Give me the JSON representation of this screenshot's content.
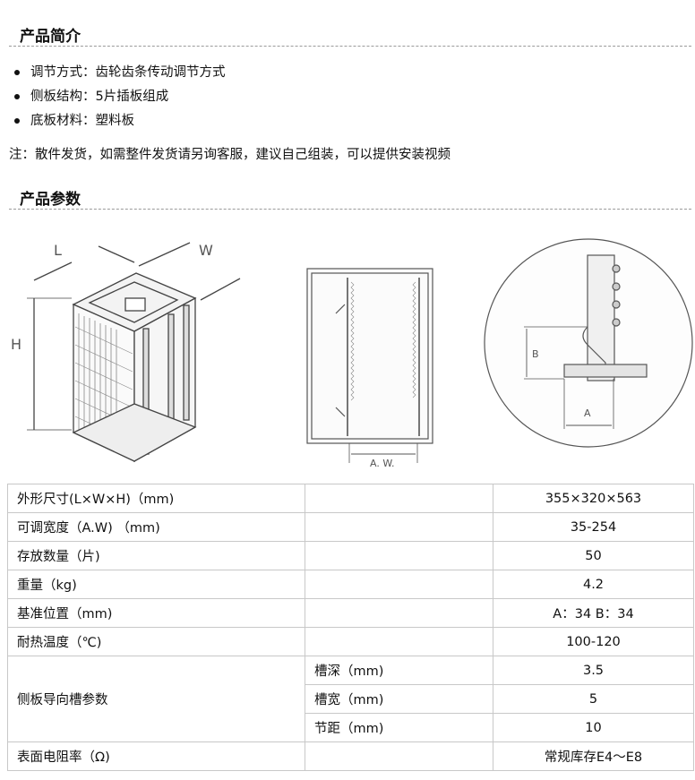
{
  "intro": {
    "title": "产品简介",
    "bullets": [
      "调节方式：齿轮齿条传动调节方式",
      "侧板结构：5片插板组成",
      "底板材料：塑料板"
    ],
    "note": "注：散件发货，如需整件发货请另询客服，建议自己组装，可以提供安装视频"
  },
  "params": {
    "title": "产品参数",
    "figure_labels": {
      "L": "L",
      "W": "W",
      "H": "H",
      "AW": "A. W.",
      "A": "A",
      "B": "B"
    },
    "rows": {
      "size": {
        "label": "外形尺寸(L×W×H)（mm)",
        "value": "355×320×563"
      },
      "width": {
        "label": "可调宽度（A.W) （mm)",
        "value": "35-254"
      },
      "qty": {
        "label": "存放数量（片)",
        "value": "50"
      },
      "weight": {
        "label": "重量（kg)",
        "value": "4.2"
      },
      "ref": {
        "label": "基准位置（mm)",
        "value": "A：34 B：34"
      },
      "temp": {
        "label": "耐热温度（℃)",
        "value": "100-120"
      },
      "slot": {
        "label": "侧板导向槽参数",
        "subrows": [
          {
            "label": "槽深（mm)",
            "value": "3.5"
          },
          {
            "label": "槽宽（mm)",
            "value": "5"
          },
          {
            "label": "节距（mm)",
            "value": "10"
          }
        ]
      },
      "resist": {
        "label": "表面电阻率（Ω)",
        "value": "常规库存E4～E8"
      }
    }
  }
}
